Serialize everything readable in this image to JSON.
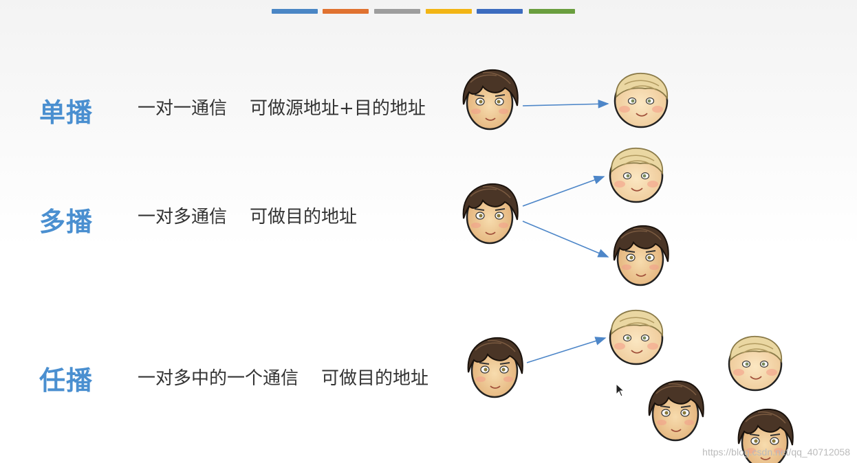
{
  "accent_bars": [
    {
      "color": "#4a86c5"
    },
    {
      "color": "#e07230"
    },
    {
      "color": "#9d9d9d"
    },
    {
      "color": "#f2b515"
    },
    {
      "color": "#3c6cbf"
    },
    {
      "color": "#6a9e3e"
    }
  ],
  "rows": [
    {
      "title": "单播",
      "desc": "一对一通信    可做源地址+目的地址"
    },
    {
      "title": "多播",
      "desc": "一对多通信    可做目的地址"
    },
    {
      "title": "任播",
      "desc": "一对多中的一个通信    可做目的地址"
    }
  ],
  "watermark": "https://blog.csdn.net/qq_40712058",
  "colors": {
    "title": "#4a8fd0",
    "arrow": "#4d86c8"
  },
  "icons": [
    "dark-hair-face-icon",
    "blond-face-icon",
    "arrow-icon",
    "mouse-cursor-icon"
  ]
}
